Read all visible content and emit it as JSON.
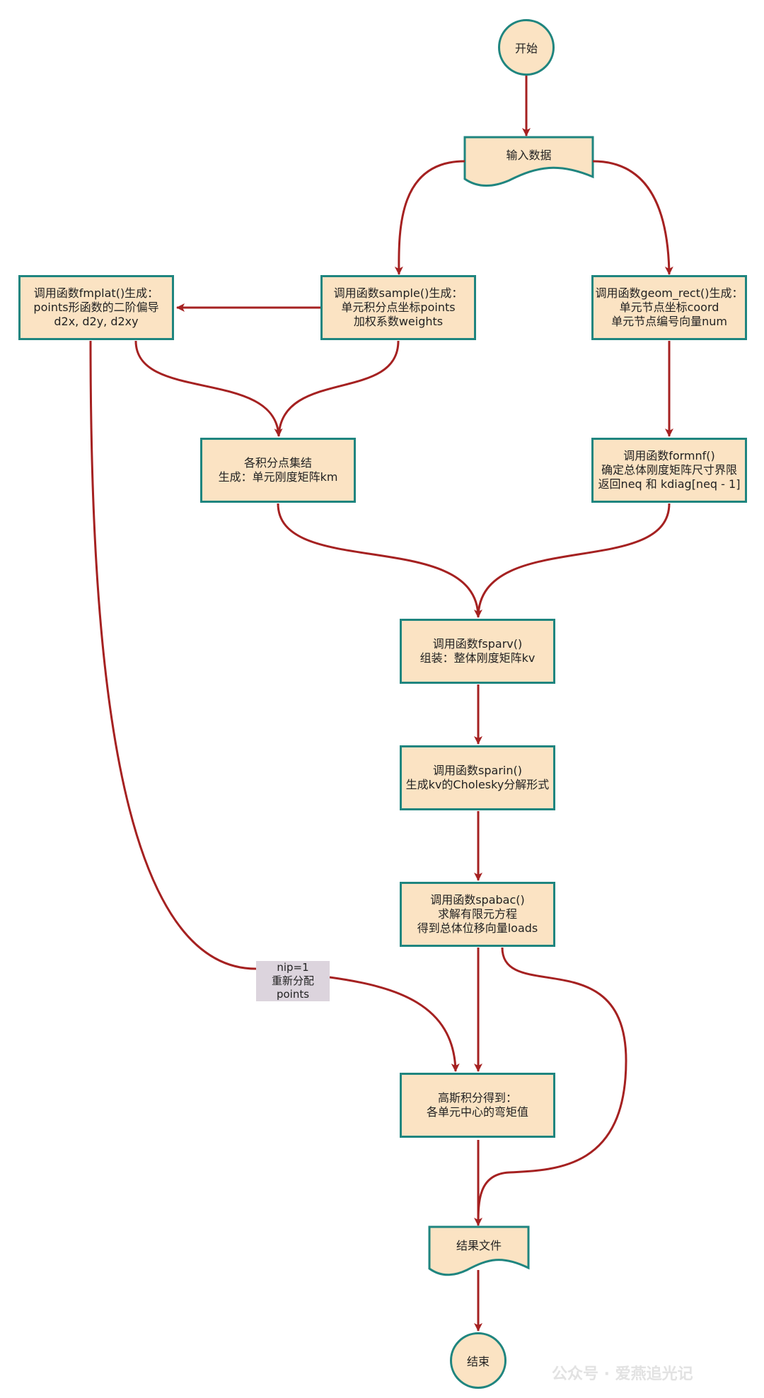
{
  "nodes": {
    "start": "开始",
    "input": "输入数据",
    "fmplat": [
      "调用函数fmplat()生成：",
      "points形函数的二阶偏导",
      "d2x, d2y, d2xy"
    ],
    "sample": [
      "调用函数sample()生成：",
      "单元积分点坐标points",
      "加权系数weights"
    ],
    "geom_rect": [
      "调用函数geom_rect()生成：",
      "单元节点坐标coord",
      "单元节点编号向量num"
    ],
    "integrate": [
      "各积分点集结",
      "生成：单元刚度矩阵km"
    ],
    "formnf": [
      "调用函数formnf()",
      "确定总体刚度矩阵尺寸界限",
      "返回neq 和 kdiag[neq - 1]"
    ],
    "fsparv": [
      "调用函数fsparv()",
      "组装：整体刚度矩阵kv"
    ],
    "sparin": [
      "调用函数sparin()",
      "生成kv的Cholesky分解形式"
    ],
    "spabac": [
      "调用函数spabac()",
      "求解有限元方程",
      "得到总体位移向量loads"
    ],
    "gauss": [
      "高斯积分得到：",
      "各单元中心的弯矩值"
    ],
    "result": "结果文件",
    "end": "结束"
  },
  "edge_label": [
    "nip=1",
    "重新分配points"
  ],
  "watermark": "公众号 · 爱燕追光记",
  "colors": {
    "box_fill": "#fbe3c3",
    "box_border": "#1f857f",
    "arrow": "#a52121",
    "label_bg": "#dcd4dd"
  }
}
